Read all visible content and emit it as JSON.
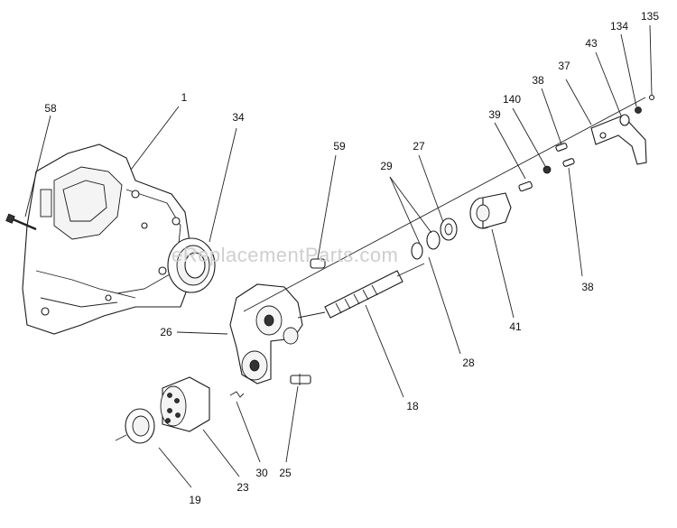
{
  "watermark": "eReplacementParts.com",
  "callouts": [
    "1",
    "58",
    "34",
    "59",
    "29",
    "27",
    "39",
    "140",
    "38",
    "37",
    "43",
    "134",
    "135",
    "26",
    "41",
    "18",
    "28",
    "38",
    "19",
    "23",
    "30",
    "25"
  ]
}
